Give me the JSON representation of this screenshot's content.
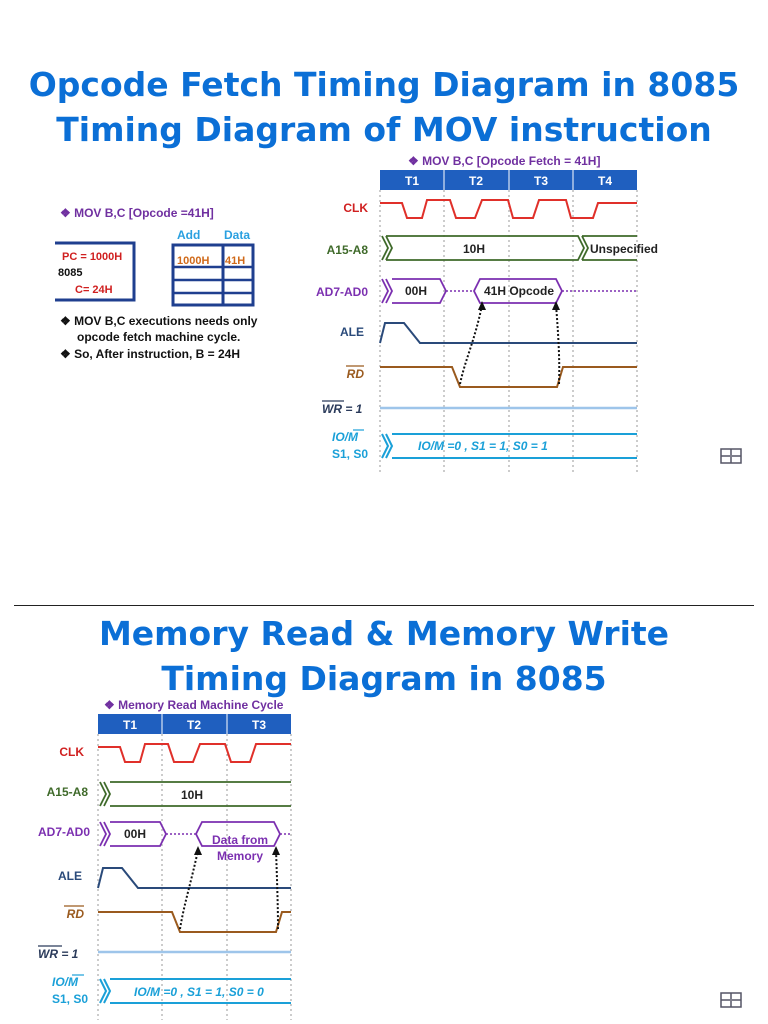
{
  "titles": {
    "top_line1": "Opcode Fetch Timing Diagram in 8085",
    "top_line2": "Timing Diagram of MOV instruction",
    "bottom_line1": "Memory Read & Memory Write",
    "bottom_line2": "Timing Diagram in 8085"
  },
  "notes": {
    "instr": "❖ MOV B,C [Opcode =41H]",
    "table_add": "Add",
    "table_data": "Data",
    "pc": "PC = 1000H",
    "chip": "8085",
    "creg": "C= 24H",
    "addr_val": "1000H",
    "data_val": "41H",
    "bullet1_a": "❖ MOV B,C executions needs only",
    "bullet1_b": "opcode fetch machine cycle.",
    "bullet2": "❖ So, After instruction, B = 24H"
  },
  "diag1": {
    "caption": "❖ MOV B,C [Opcode Fetch = 41H]",
    "states": [
      "T1",
      "T2",
      "T3",
      "T4"
    ],
    "sig_clk": "CLK",
    "sig_addr_hi": "A15-A8",
    "sig_ad": "AD7-AD0",
    "sig_ale": "ALE",
    "sig_rd": "RD",
    "sig_wr": "WR = 1",
    "sig_io_1": "IO/M",
    "sig_io_2": "S1, S0",
    "val_addr_hi": "10H",
    "val_unspecified": "Unspecified",
    "val_low_addr": "00H",
    "val_opcode": "41H Opcode",
    "val_status": "IO/M =0 , S1 = 1, S0 = 1"
  },
  "diag2": {
    "caption": "❖ Memory Read Machine Cycle",
    "states": [
      "T1",
      "T2",
      "T3"
    ],
    "sig_clk": "CLK",
    "sig_addr_hi": "A15-A8",
    "sig_ad": "AD7-AD0",
    "sig_ale": "ALE",
    "sig_rd": "RD",
    "sig_wr": "WR = 1",
    "sig_io_1": "IO/M",
    "sig_io_2": "S1, S0",
    "val_addr_hi": "10H",
    "val_low_addr": "00H",
    "val_data_1": "Data from",
    "val_data_2": "Memory",
    "val_status": "IO/M =0 , S1 = 1, S0 = 0"
  },
  "colors": {
    "title": "#0b6fd6",
    "header": "#1f5fbf",
    "clk": "#e0302a",
    "addr": "#3f6a2a",
    "ad": "#7b2fb0",
    "ale": "#2a4a7a",
    "rd": "#9a5a1e",
    "wr": "#9ec5ea",
    "io": "#1aa0d8",
    "note_purple": "#7030a0",
    "note_red": "#d02020",
    "table_blue": "#2aa0e0",
    "table_border": "#1f3f8f"
  }
}
